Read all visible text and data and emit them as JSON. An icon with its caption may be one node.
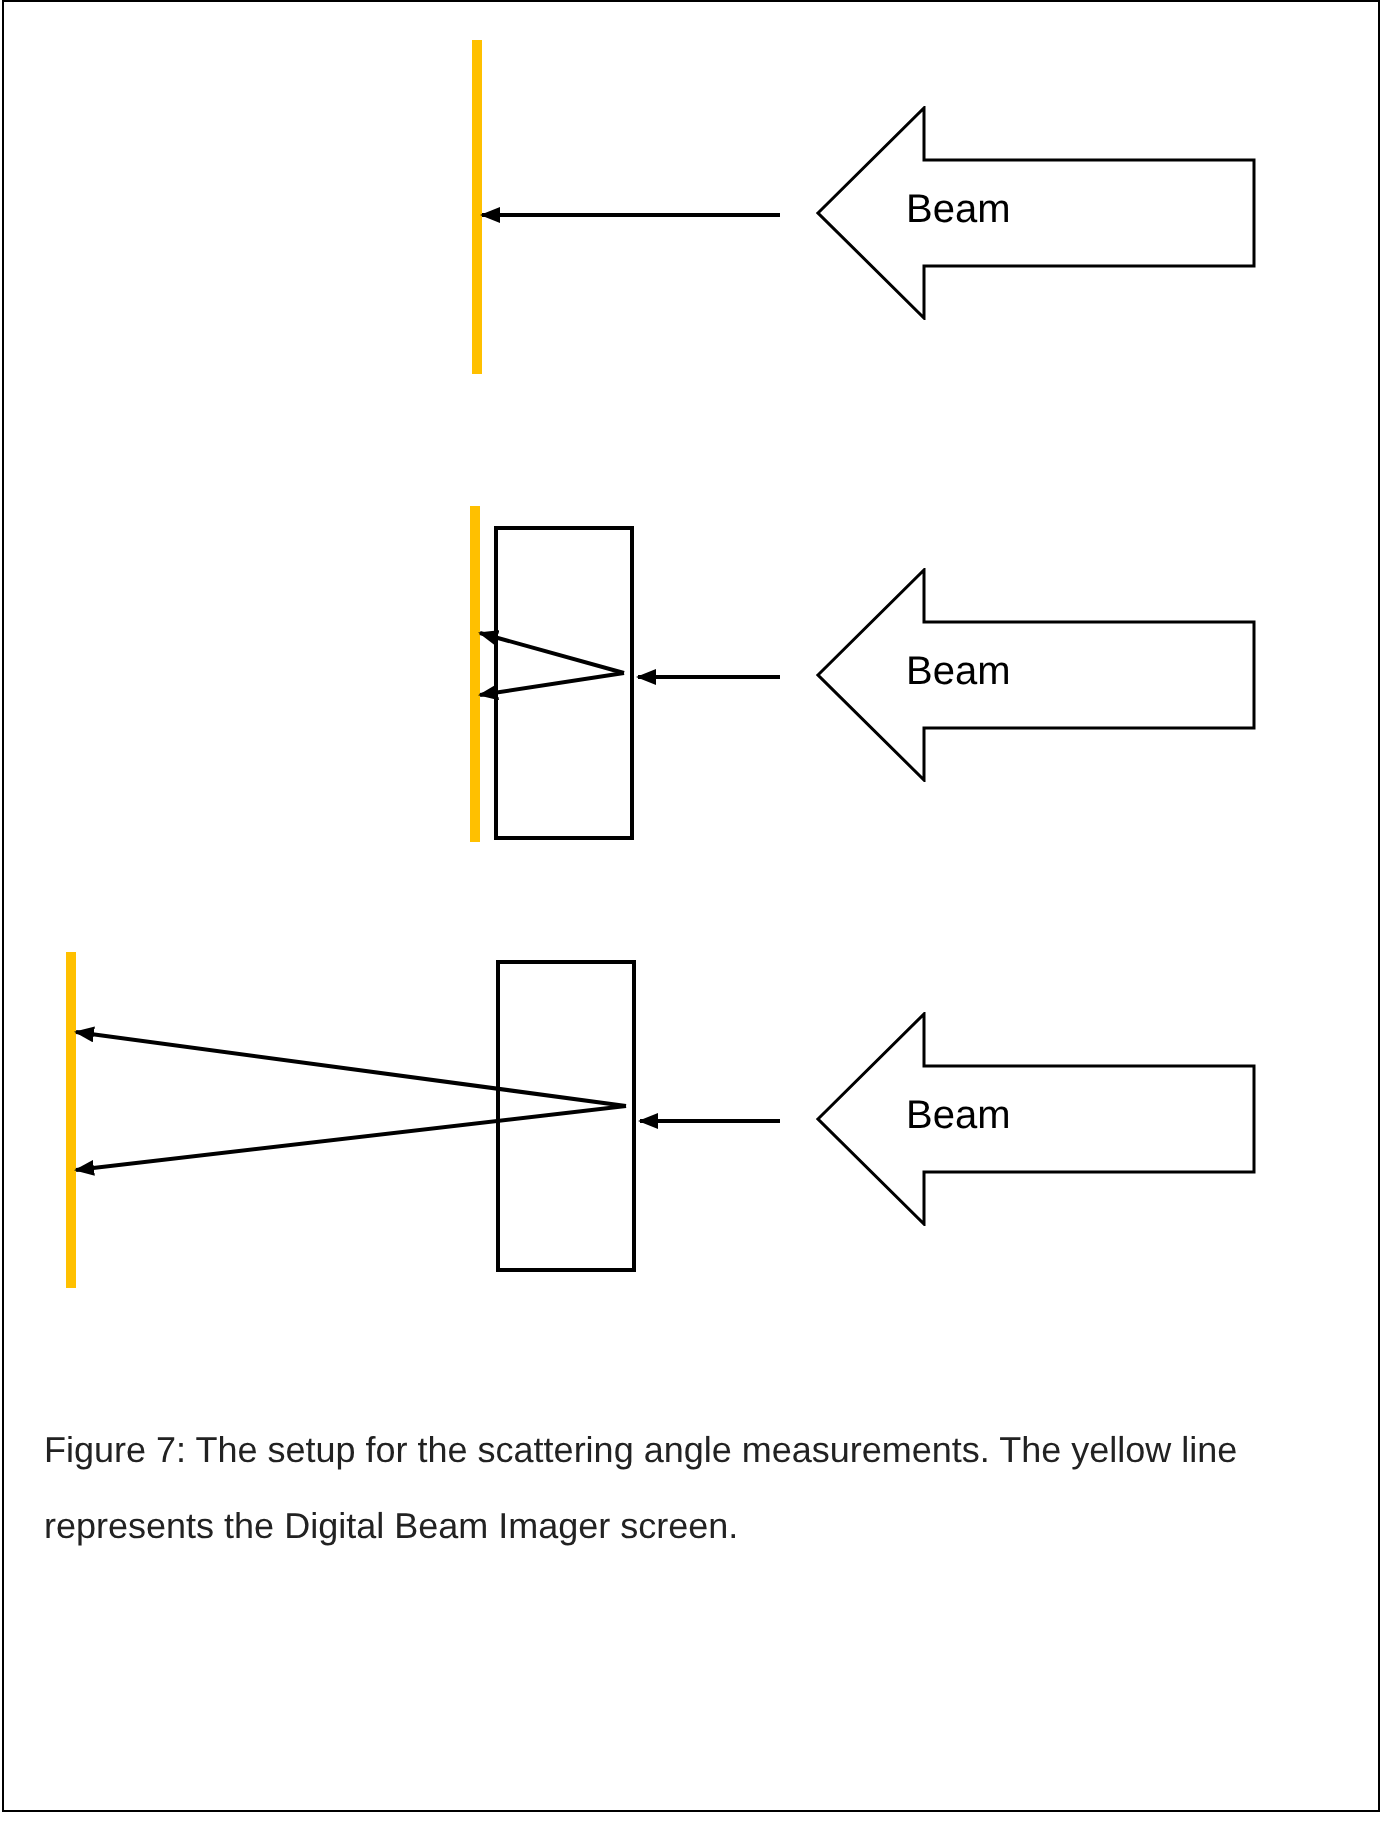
{
  "diagram": {
    "caption": "Figure 7: The setup for the scattering angle measurements. The yellow line represents the Digital Beam Imager screen.",
    "nodes": [
      {
        "text": [],
        "shape": "bar"
      },
      {
        "text": [
          "Beam"
        ]
      },
      {
        "text": [],
        "shape": "bar"
      },
      {
        "text": [],
        "shape": "box"
      },
      {
        "text": [
          "Beam"
        ]
      },
      {
        "text": [],
        "shape": "bar"
      },
      {
        "text": [],
        "shape": "box"
      },
      {
        "text": [
          "Beam"
        ]
      }
    ],
    "edges": [
      {
        "from": 1,
        "to": 0,
        "arrow": "to"
      },
      {
        "from": 4,
        "to": 3,
        "arrow": "to"
      },
      {
        "from": 3,
        "to": 2,
        "arrow": "to"
      },
      {
        "from": 3,
        "to": 2,
        "arrow": "to"
      },
      {
        "from": 7,
        "to": 6,
        "arrow": "to"
      },
      {
        "from": 6,
        "to": 5,
        "arrow": "to"
      },
      {
        "from": 6,
        "to": 5,
        "arrow": "to"
      }
    ]
  }
}
